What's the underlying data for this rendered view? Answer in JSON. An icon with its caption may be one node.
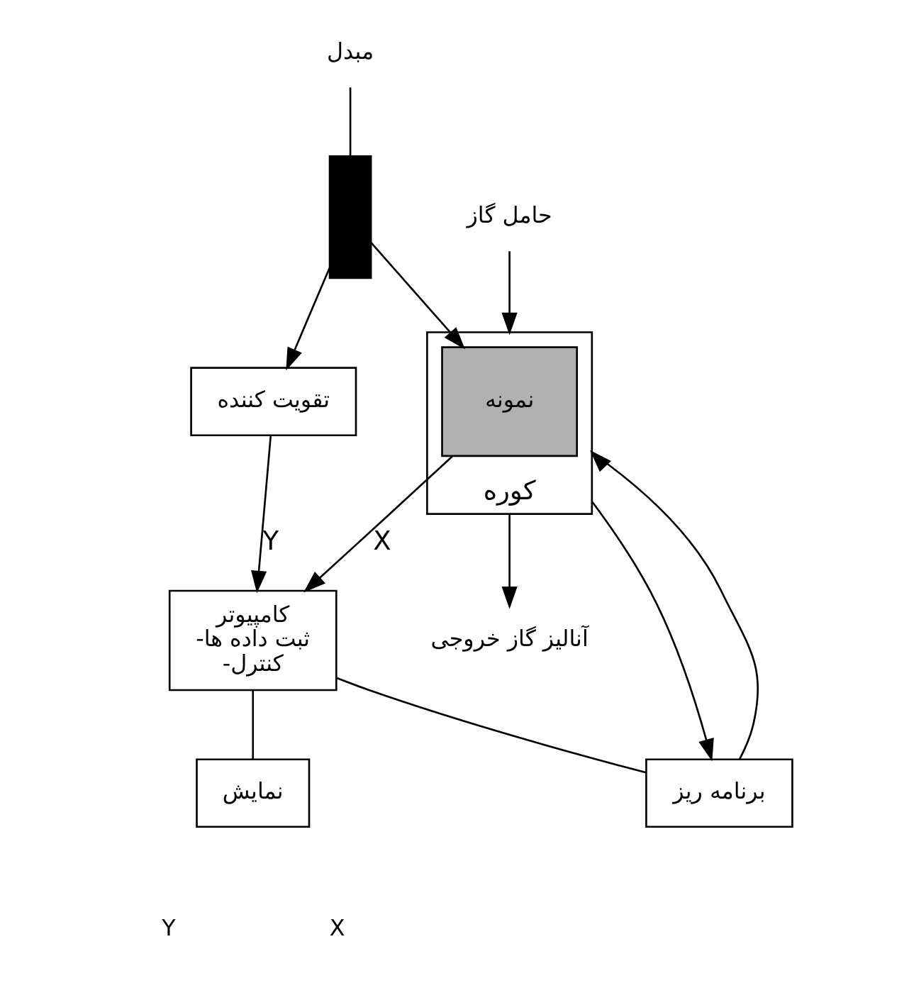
{
  "diagram": {
    "nodes": [
      {
        "text": [
          "تقویت کننده"
        ]
      },
      {
        "text": [
          "کامپیوتر",
          "-ثبت داده ها",
          "-کنترل"
        ]
      },
      {
        "text": [
          "مبدل"
        ]
      },
      {
        "text": [],
        "shape": "bar"
      },
      {
        "text": [
          "کوره"
        ]
      },
      {
        "text": [
          "نمونه"
        ],
        "in": 4
      },
      {
        "text": [
          "آنالیز گاز خروجی"
        ]
      },
      {
        "text": [
          "حامل گاز"
        ]
      },
      {
        "text": [
          "برنامه ریز"
        ]
      },
      {
        "text": [
          "نمایش"
        ]
      }
    ],
    "edges": [
      {
        "from": 3,
        "to": 0,
        "arrow": "to"
      },
      {
        "from": 0,
        "to": 1,
        "arrow": "to",
        "label": "Y"
      },
      {
        "from": 5,
        "to": 1,
        "arrow": "to",
        "label": "X"
      },
      {
        "from": 2,
        "to": 3,
        "arrow": "none"
      },
      {
        "from": 3,
        "to": 5,
        "arrow": "to"
      },
      {
        "from": 7,
        "to": 4,
        "arrow": "to"
      },
      {
        "from": 4,
        "to": 6,
        "arrow": "to"
      },
      {
        "from": 1,
        "to": 8,
        "arrow": "none"
      },
      {
        "from": 4,
        "to": 8,
        "arrow": "to"
      },
      {
        "from": 8,
        "to": 4,
        "arrow": "to"
      },
      {
        "from": 1,
        "to": 9,
        "arrow": "none"
      }
    ],
    "labels": [
      "Y",
      "X"
    ]
  }
}
